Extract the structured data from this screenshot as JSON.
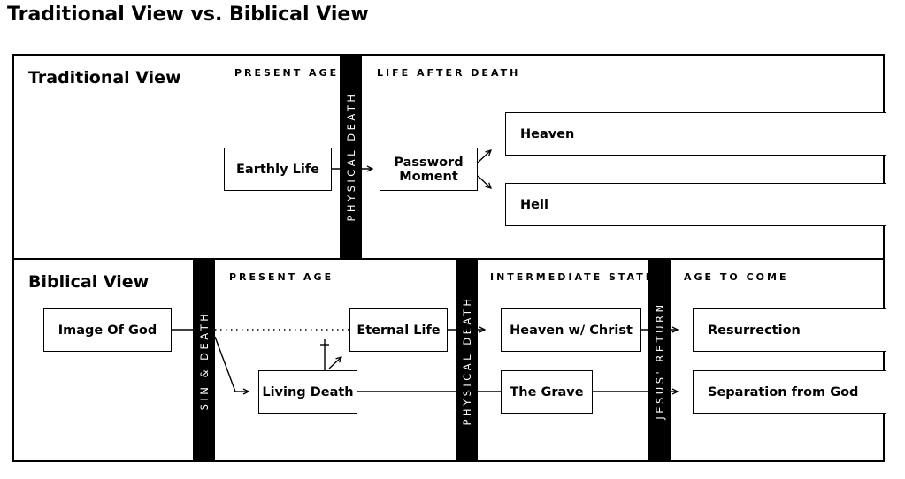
{
  "page_title": "Traditional View vs. Biblical View",
  "traditional": {
    "title": "Traditional View",
    "present_age": "PRESENT AGE",
    "life_after_death": "LIFE AFTER DEATH",
    "physical_death": "PHYSICAL DEATH",
    "earthly_life": "Earthly Life",
    "password_moment": "Password Moment",
    "heaven": "Heaven",
    "hell": "Hell"
  },
  "biblical": {
    "title": "Biblical View",
    "present_age": "PRESENT AGE",
    "intermediate_state": "INTERMEDIATE STATE",
    "age_to_come": "AGE TO COME",
    "sin_death": "SIN & DEATH",
    "physical_death": "PHYSICAL DEATH",
    "jesus_return": "JESUS' RETURN",
    "image_of_god": "Image Of God",
    "eternal_life": "Eternal Life",
    "living_death": "Living Death",
    "heaven_christ": "Heaven w/ Christ",
    "the_grave": "The Grave",
    "resurrection": "Resurrection",
    "separation": "Separation from God"
  }
}
